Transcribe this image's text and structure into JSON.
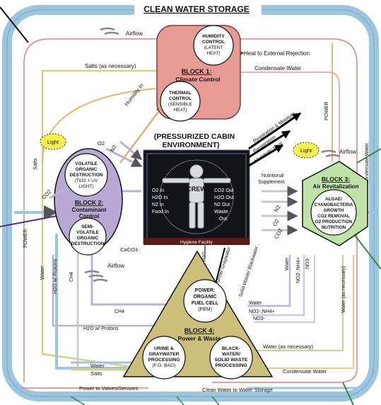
{
  "title": "CLEAN WATER STORAGE",
  "cabin": {
    "line1": "(PRESSURIZED CABIN",
    "line2": "ENVIRONMENT)"
  },
  "crew": {
    "label": "CREW",
    "left": [
      "O2 In",
      "H2O In",
      "N2 In",
      "Food In"
    ],
    "right": [
      "CO2 Out",
      "H2O Out",
      "N2 Out",
      "Waste",
      "Out"
    ],
    "hygiene": "Hygiene Facility"
  },
  "block1": {
    "title": "BLOCK 1:",
    "subtitle": "Climate Control",
    "humidity": [
      "HUMIDITY",
      "CONTROL",
      "(LATENT",
      "HEAT)"
    ],
    "thermal": [
      "THERMAL",
      "CONTROL",
      "(SENSIBLE",
      "HEAT)"
    ]
  },
  "block2": {
    "title": "BLOCK 2:",
    "subtitle1": "Contaminant",
    "subtitle2": "Control",
    "volatile": [
      "VOLATILE",
      "ORGANIC",
      "DESTRUCTION",
      "(TiO2 + UV",
      "LIGHT)"
    ],
    "semivolatile": [
      "SEMI-",
      "VOLATILE",
      "ORGANIC",
      "DESTRUCTION"
    ]
  },
  "block3": {
    "title": "BLOCK 3:",
    "subtitle": "Air Revitalization",
    "algae": [
      "ALGAE/",
      "CYANOBACTERIA",
      "GROWTH",
      "CO2 REMOVAL",
      "O2 PRODUCTION",
      "NUTRITION"
    ]
  },
  "block4": {
    "title": "BLOCK 4:",
    "subtitle": "Power & Waste",
    "power": [
      "POWER:",
      "ORGANIC",
      "FUEL CELL",
      "(PEM)"
    ],
    "urine": [
      "URINE &",
      "GRAYWATER",
      "PROCESSING",
      "(F.O. BAG)"
    ],
    "black": [
      "BLACK-",
      "WATER/",
      "SOLID WASTE",
      "PROCESSING"
    ]
  },
  "light_label": "Light",
  "labels": {
    "airflow": "Airflow",
    "heat_external": "Heat to External Rejection",
    "salts_as_necessary": "Salts (as necessary)",
    "condensate_water": "Condensate Water",
    "humidity_in": "Humidity In",
    "power": "POWER",
    "salts": "Salts",
    "water": "Water",
    "respiration_moisture": "Respiration & Moisture",
    "perspiration": "Perspiration",
    "metabolic_heat": "Metabolic Heat",
    "nutritional_supplement_1": "Nutritional",
    "nutritional_supplement_2": "Supplement",
    "o2": "O2",
    "n2": "N2",
    "co2": "CO2",
    "caco3": "CaCO3",
    "ch4": "CH4",
    "h2o_protons": "H2O w/ Protons",
    "clean_h2o": "Clean H2O",
    "urine_graywater": "Urine/ Graywater",
    "solid_waste_blackwater": "Solid Waste/ Blackwater",
    "no2_nh4": "NO2-,NH4+",
    "no3": "NO3-",
    "water_as_necessary": "Water (as necessary)",
    "power_valves": "Power to Valves/Sensors",
    "clean_water_storage": "Clean Water to Water Storage"
  }
}
